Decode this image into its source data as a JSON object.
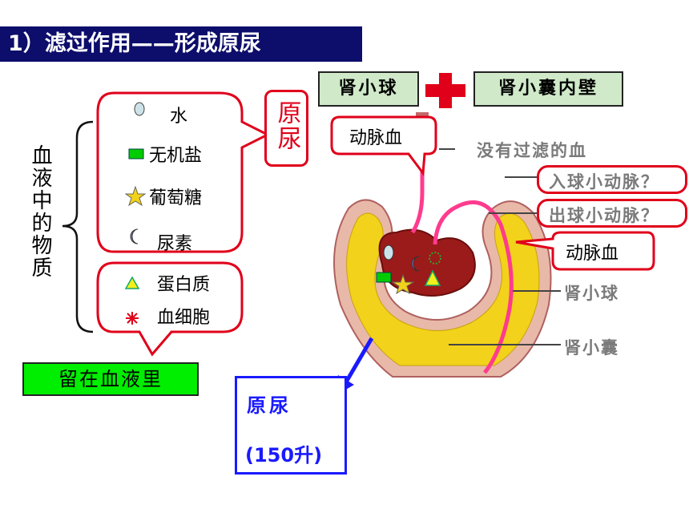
{
  "title": "1）滤过作用——形成原尿",
  "top_labels": {
    "glomerulus": "肾小球",
    "capsule_wall": "肾小囊内壁"
  },
  "blood_substances_label": "血液中的物质",
  "filtered_items": [
    {
      "label": "水",
      "icon": "oval-icon"
    },
    {
      "label": "无机盐",
      "icon": "green-rectangle-icon"
    },
    {
      "label": "葡萄糖",
      "icon": "star-icon"
    },
    {
      "label": "尿素",
      "icon": "crescent-icon"
    }
  ],
  "retained_items": [
    {
      "label": "蛋白质",
      "icon": "triangle-icon"
    },
    {
      "label": "血细胞",
      "icon": "red-star-icon"
    }
  ],
  "primary_urine_callout": "原尿",
  "retained_label": "留在血液里",
  "arterial_blood_top": "动脉血",
  "arterial_blood_right": "动脉血",
  "diagram_labels": {
    "unfiltered_blood": "没有过滤的血",
    "afferent": "入球小动脉？",
    "efferent": "出球小动脉？",
    "glomerulus": "肾小球",
    "capsule": "肾小囊"
  },
  "result_box": {
    "name": "原尿",
    "amount": "(150升)"
  },
  "colors": {
    "title_bg": "#0d0d6b",
    "callout_red": "#e0001a",
    "green_label": "#00ee00",
    "blue": "#1a1aff",
    "vessel_pink": "#ff3b8e",
    "capsule_yellow": "#f2d21a"
  }
}
